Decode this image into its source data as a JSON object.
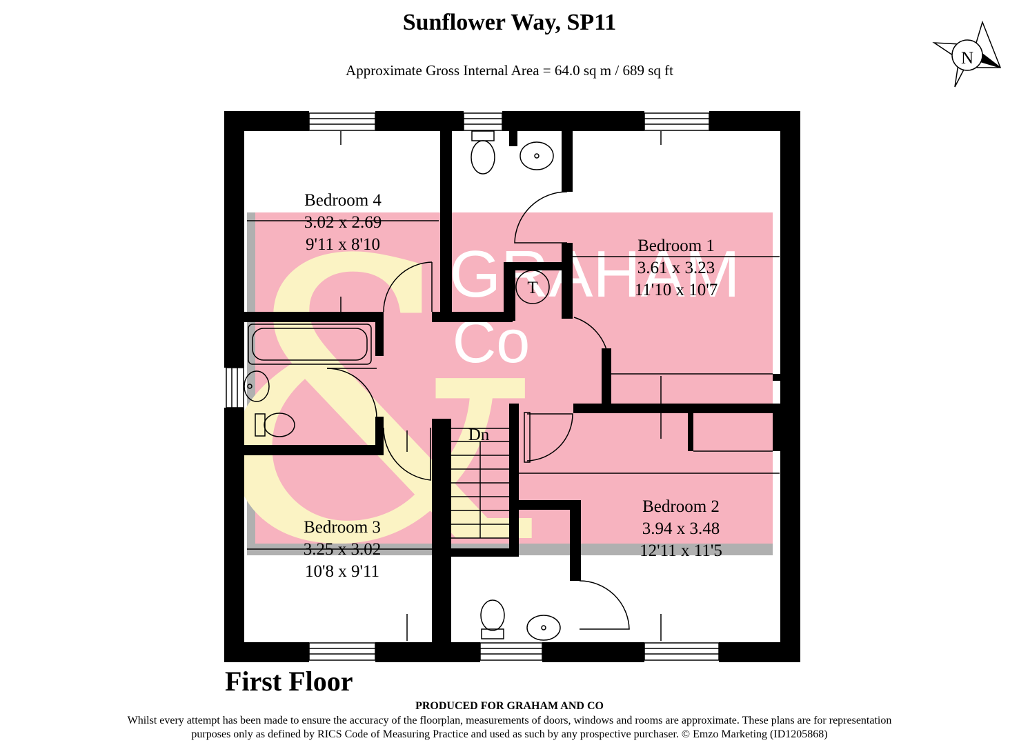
{
  "header": {
    "title": "Sunflower Way, SP11",
    "subtitle": "Approximate Gross Internal Area = 64.0 sq m / 689 sq ft"
  },
  "compass": {
    "letter": "N"
  },
  "rooms": {
    "bedroom4": {
      "name": "Bedroom 4",
      "metric": "3.02 x 2.69",
      "imperial": "9'11 x 8'10"
    },
    "bedroom1": {
      "name": "Bedroom 1",
      "metric": "3.61 x 3.23",
      "imperial": "11'10 x 10'7"
    },
    "bedroom2": {
      "name": "Bedroom 2",
      "metric": "3.94 x 3.48",
      "imperial": "12'11 x 11'5"
    },
    "bedroom3": {
      "name": "Bedroom 3",
      "metric": "3.25 x 3.02",
      "imperial": "10'8 x 9'11"
    },
    "cupboard_label": "T",
    "stairs_label": "Dn"
  },
  "watermark": {
    "line1": "GRAHAM",
    "line2": "Co",
    "line3": "&"
  },
  "footer": {
    "floor": "First Floor",
    "produced": "PRODUCED FOR GRAHAM AND CO",
    "disclaimer_line1": "Whilst every attempt has been made to ensure the accuracy of the floorplan, measurements of doors, windows and rooms are approximate. These plans are for representation",
    "disclaimer_line2": "purposes only as defined by RICS Code of Measuring Practice and used as such by any prospective purchaser. © Emzo Marketing (ID1205868)"
  },
  "colors": {
    "wall": "#000000",
    "watermark_band": "#f7b3bf",
    "watermark_ampersand": "#fbf3c4",
    "watermark_shadow": "#b0b0b0"
  }
}
